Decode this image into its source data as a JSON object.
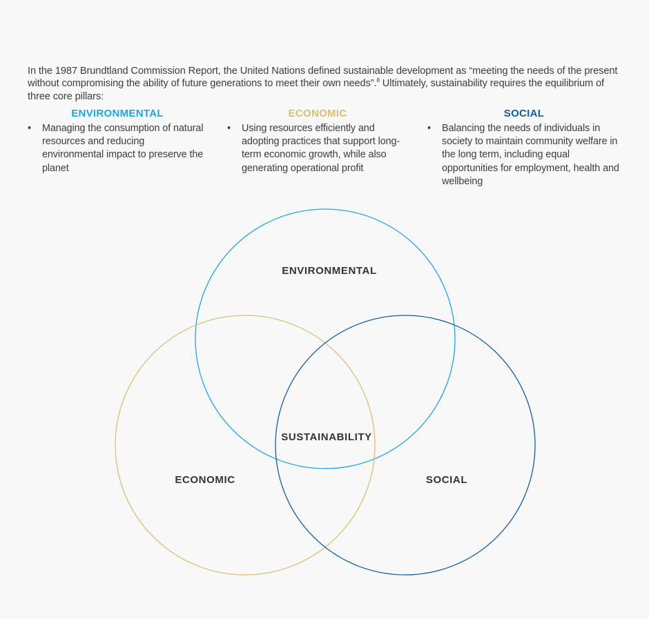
{
  "intro": {
    "text_main": "In the 1987 Brundtland Commission Report, the United Nations defined sustainable development as “meeting the needs of the present without compromising the ability of future generations to meet their own needs”.",
    "footnote": "8",
    "text_tail": " Ultimately, sustainability requires the equilibrium of three core pillars:"
  },
  "bullet_glyph": "•",
  "pillars": {
    "environmental": {
      "title": "ENVIRONMENTAL",
      "color": "#1ba7e0",
      "text": "Managing the consumption of natural resources and reducing environmental impact to preserve the planet"
    },
    "economic": {
      "title": "ECONOMIC",
      "color": "#d8bf72",
      "text": "Using resources efficiently and adopting practices that support long-term economic growth, while also generating operational profit"
    },
    "social": {
      "title": "SOCIAL",
      "color": "#135c9c",
      "text": "Balancing the needs of individuals in society to maintain community welfare in the long term, including equal opportunities for employment, health and wellbeing"
    }
  },
  "venn": {
    "environmental_label": "ENVIRONMENTAL",
    "economic_label": "ECONOMIC",
    "social_label": "SOCIAL",
    "center_label": "SUSTAINABILITY",
    "colors": {
      "environmental": "#1ba7e0",
      "economic": "#d8bf72",
      "social": "#135c9c"
    }
  }
}
